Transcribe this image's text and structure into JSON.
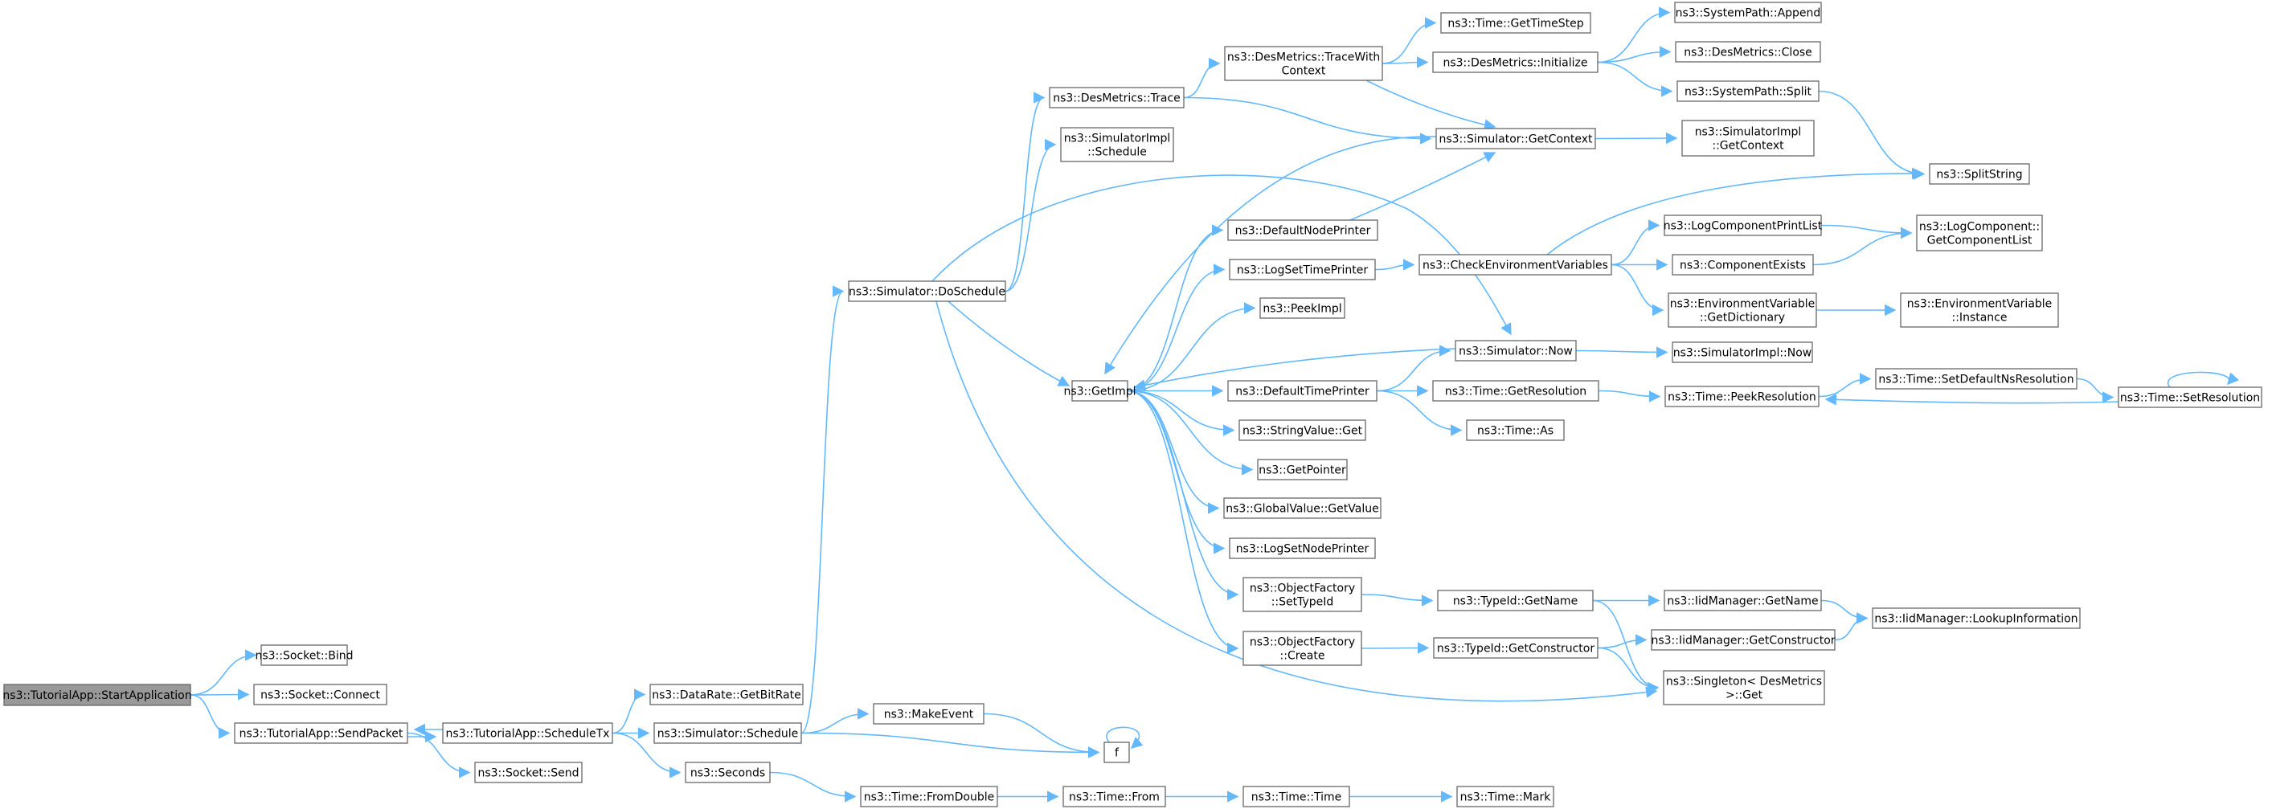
{
  "colors": {
    "edge": "#63b8ff",
    "node_border": "#666666",
    "current_node_fill": "#999999",
    "node_fill": "#ffffff",
    "text": "#000000"
  },
  "nodes": [
    {
      "id": "start",
      "lines": [
        "ns3::TutorialApp::StartApplication"
      ],
      "current": true
    },
    {
      "id": "bind",
      "lines": [
        "ns3::Socket::Bind"
      ]
    },
    {
      "id": "connect",
      "lines": [
        "ns3::Socket::Connect"
      ]
    },
    {
      "id": "sendpacket",
      "lines": [
        "ns3::TutorialApp::SendPacket"
      ]
    },
    {
      "id": "scheduletx",
      "lines": [
        "ns3::TutorialApp::ScheduleTx"
      ]
    },
    {
      "id": "send",
      "lines": [
        "ns3::Socket::Send"
      ]
    },
    {
      "id": "bitrate",
      "lines": [
        "ns3::DataRate::GetBitRate"
      ]
    },
    {
      "id": "simschedule",
      "lines": [
        "ns3::Simulator::Schedule"
      ]
    },
    {
      "id": "seconds",
      "lines": [
        "ns3::Seconds"
      ]
    },
    {
      "id": "makeevent",
      "lines": [
        "ns3::MakeEvent"
      ]
    },
    {
      "id": "f",
      "lines": [
        "f"
      ]
    },
    {
      "id": "fromdouble",
      "lines": [
        "ns3::Time::FromDouble"
      ]
    },
    {
      "id": "from",
      "lines": [
        "ns3::Time::From"
      ]
    },
    {
      "id": "time",
      "lines": [
        "ns3::Time::Time"
      ]
    },
    {
      "id": "mark",
      "lines": [
        "ns3::Time::Mark"
      ]
    },
    {
      "id": "doschedule",
      "lines": [
        "ns3::Simulator::DoSchedule"
      ]
    },
    {
      "id": "destrace",
      "lines": [
        "ns3::DesMetrics::Trace"
      ]
    },
    {
      "id": "simimplschedule",
      "lines": [
        "ns3::SimulatorImpl",
        "::Schedule"
      ]
    },
    {
      "id": "getimpl",
      "lines": [
        "ns3::GetImpl"
      ]
    },
    {
      "id": "tracewith",
      "lines": [
        "ns3::DesMetrics::TraceWith",
        "Context"
      ]
    },
    {
      "id": "gettimestep",
      "lines": [
        "ns3::Time::GetTimeStep"
      ]
    },
    {
      "id": "desinit",
      "lines": [
        "ns3::DesMetrics::Initialize"
      ]
    },
    {
      "id": "getcontext",
      "lines": [
        "ns3::Simulator::GetContext"
      ]
    },
    {
      "id": "append",
      "lines": [
        "ns3::SystemPath::Append"
      ]
    },
    {
      "id": "desclose",
      "lines": [
        "ns3::DesMetrics::Close"
      ]
    },
    {
      "id": "split",
      "lines": [
        "ns3::SystemPath::Split"
      ]
    },
    {
      "id": "implgetcontext",
      "lines": [
        "ns3::SimulatorImpl",
        "::GetContext"
      ]
    },
    {
      "id": "splitstring",
      "lines": [
        "ns3::SplitString"
      ]
    },
    {
      "id": "defnodeprinter",
      "lines": [
        "ns3::DefaultNodePrinter"
      ]
    },
    {
      "id": "logsettimeprinter",
      "lines": [
        "ns3::LogSetTimePrinter"
      ]
    },
    {
      "id": "checkenv",
      "lines": [
        "ns3::CheckEnvironmentVariables"
      ]
    },
    {
      "id": "logcompprintlist",
      "lines": [
        "ns3::LogComponentPrintList"
      ]
    },
    {
      "id": "compexists",
      "lines": [
        "ns3::ComponentExists"
      ]
    },
    {
      "id": "getcomplist",
      "lines": [
        "ns3::LogComponent::",
        "GetComponentList"
      ]
    },
    {
      "id": "envgetdict",
      "lines": [
        "ns3::EnvironmentVariable",
        "::GetDictionary"
      ]
    },
    {
      "id": "envinstance",
      "lines": [
        "ns3::EnvironmentVariable",
        "::Instance"
      ]
    },
    {
      "id": "peekimpl",
      "lines": [
        "ns3::PeekImpl"
      ]
    },
    {
      "id": "simnow",
      "lines": [
        "ns3::Simulator::Now"
      ]
    },
    {
      "id": "implnow",
      "lines": [
        "ns3::SimulatorImpl::Now"
      ]
    },
    {
      "id": "deftimeprinter",
      "lines": [
        "ns3::DefaultTimePrinter"
      ]
    },
    {
      "id": "getresolution",
      "lines": [
        "ns3::Time::GetResolution"
      ]
    },
    {
      "id": "peekresolution",
      "lines": [
        "ns3::Time::PeekResolution"
      ]
    },
    {
      "id": "setdefnsres",
      "lines": [
        "ns3::Time::SetDefaultNsResolution"
      ]
    },
    {
      "id": "setresolution",
      "lines": [
        "ns3::Time::SetResolution"
      ]
    },
    {
      "id": "timeas",
      "lines": [
        "ns3::Time::As"
      ]
    },
    {
      "id": "stringget",
      "lines": [
        "ns3::StringValue::Get"
      ]
    },
    {
      "id": "getpointer",
      "lines": [
        "ns3::GetPointer"
      ]
    },
    {
      "id": "globalget",
      "lines": [
        "ns3::GlobalValue::GetValue"
      ]
    },
    {
      "id": "logsetnodeprinter",
      "lines": [
        "ns3::LogSetNodePrinter"
      ]
    },
    {
      "id": "ofsettypeid",
      "lines": [
        "ns3::ObjectFactory",
        "::SetTypeId"
      ]
    },
    {
      "id": "typeidgetname",
      "lines": [
        "ns3::TypeId::GetName"
      ]
    },
    {
      "id": "iidgetname",
      "lines": [
        "ns3::IidManager::GetName"
      ]
    },
    {
      "id": "iidlookup",
      "lines": [
        "ns3::IidManager::LookupInformation"
      ]
    },
    {
      "id": "ofcreate",
      "lines": [
        "ns3::ObjectFactory",
        "::Create"
      ]
    },
    {
      "id": "typeidgetctor",
      "lines": [
        "ns3::TypeId::GetConstructor"
      ]
    },
    {
      "id": "iidgetctor",
      "lines": [
        "ns3::IidManager::GetConstructor"
      ]
    },
    {
      "id": "singleton",
      "lines": [
        "ns3::Singleton< DesMetrics",
        " >::Get"
      ]
    }
  ],
  "edges": [
    [
      "start",
      "bind"
    ],
    [
      "start",
      "connect"
    ],
    [
      "start",
      "sendpacket"
    ],
    [
      "sendpacket",
      "scheduletx"
    ],
    [
      "sendpacket",
      "send"
    ],
    [
      "scheduletx",
      "sendpacket"
    ],
    [
      "scheduletx",
      "bitrate"
    ],
    [
      "scheduletx",
      "simschedule"
    ],
    [
      "scheduletx",
      "seconds"
    ],
    [
      "simschedule",
      "doschedule"
    ],
    [
      "simschedule",
      "makeevent"
    ],
    [
      "simschedule",
      "f"
    ],
    [
      "makeevent",
      "f"
    ],
    [
      "f",
      "f"
    ],
    [
      "seconds",
      "fromdouble"
    ],
    [
      "fromdouble",
      "from"
    ],
    [
      "from",
      "time"
    ],
    [
      "time",
      "mark"
    ],
    [
      "doschedule",
      "destrace"
    ],
    [
      "doschedule",
      "simimplschedule"
    ],
    [
      "doschedule",
      "getimpl"
    ],
    [
      "doschedule",
      "simnow"
    ],
    [
      "doschedule",
      "singleton"
    ],
    [
      "destrace",
      "tracewith"
    ],
    [
      "destrace",
      "getcontext"
    ],
    [
      "tracewith",
      "gettimestep"
    ],
    [
      "tracewith",
      "desinit"
    ],
    [
      "tracewith",
      "getcontext"
    ],
    [
      "desinit",
      "append"
    ],
    [
      "desinit",
      "desclose"
    ],
    [
      "desinit",
      "split"
    ],
    [
      "split",
      "splitstring"
    ],
    [
      "getcontext",
      "implgetcontext"
    ],
    [
      "getcontext",
      "getimpl"
    ],
    [
      "getimpl",
      "defnodeprinter"
    ],
    [
      "getimpl",
      "logsettimeprinter"
    ],
    [
      "getimpl",
      "peekimpl"
    ],
    [
      "getimpl",
      "deftimeprinter"
    ],
    [
      "getimpl",
      "stringget"
    ],
    [
      "getimpl",
      "getpointer"
    ],
    [
      "getimpl",
      "globalget"
    ],
    [
      "getimpl",
      "logsetnodeprinter"
    ],
    [
      "getimpl",
      "ofsettypeid"
    ],
    [
      "getimpl",
      "ofcreate"
    ],
    [
      "defnodeprinter",
      "getcontext"
    ],
    [
      "logsettimeprinter",
      "checkenv"
    ],
    [
      "checkenv",
      "splitstring"
    ],
    [
      "checkenv",
      "logcompprintlist"
    ],
    [
      "checkenv",
      "compexists"
    ],
    [
      "checkenv",
      "envgetdict"
    ],
    [
      "logcompprintlist",
      "getcomplist"
    ],
    [
      "compexists",
      "getcomplist"
    ],
    [
      "envgetdict",
      "envinstance"
    ],
    [
      "simnow",
      "getimpl"
    ],
    [
      "simnow",
      "implnow"
    ],
    [
      "deftimeprinter",
      "simnow"
    ],
    [
      "deftimeprinter",
      "getresolution"
    ],
    [
      "deftimeprinter",
      "timeas"
    ],
    [
      "getresolution",
      "peekresolution"
    ],
    [
      "peekresolution",
      "setdefnsres"
    ],
    [
      "setdefnsres",
      "setresolution"
    ],
    [
      "setresolution",
      "peekresolution"
    ],
    [
      "setresolution",
      "setresolution"
    ],
    [
      "ofsettypeid",
      "typeidgetname"
    ],
    [
      "typeidgetname",
      "iidgetname"
    ],
    [
      "typeidgetname",
      "singleton"
    ],
    [
      "iidgetname",
      "iidlookup"
    ],
    [
      "ofcreate",
      "typeidgetctor"
    ],
    [
      "typeidgetctor",
      "iidgetctor"
    ],
    [
      "typeidgetctor",
      "singleton"
    ],
    [
      "iidgetctor",
      "iidlookup"
    ]
  ]
}
